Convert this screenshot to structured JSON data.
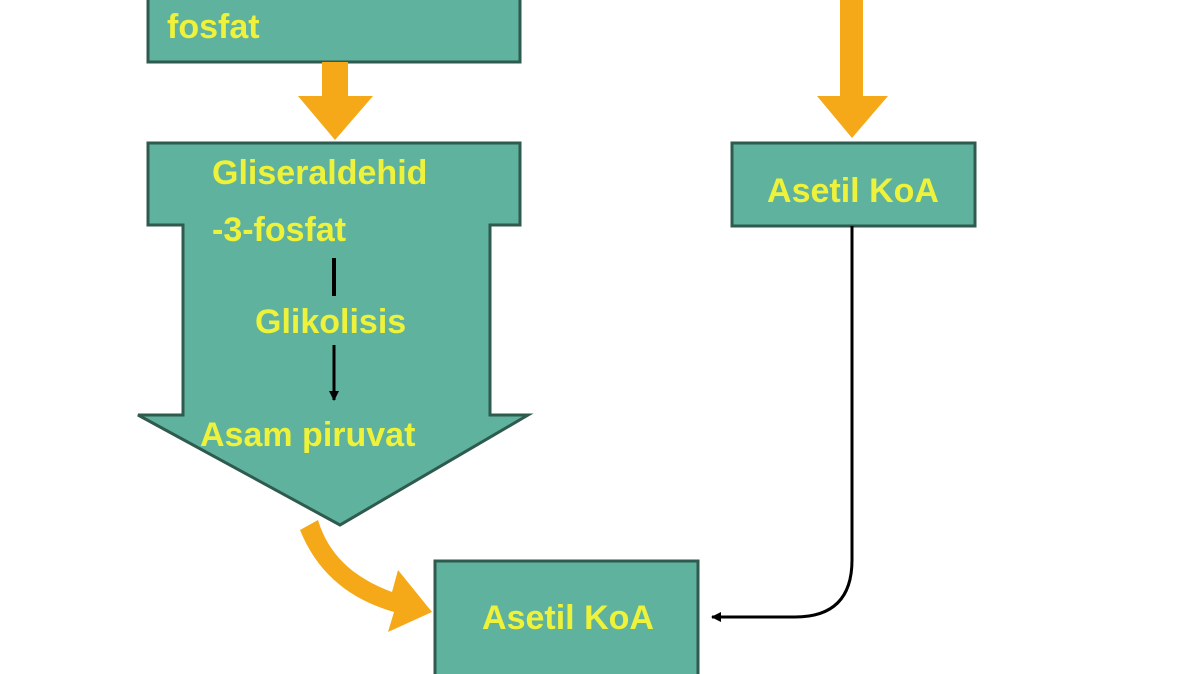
{
  "colors": {
    "box_fill": "#5fb39e",
    "box_border": "#2f5a4e",
    "text": "#eef23a",
    "flow_arrow": "#f5a918",
    "connector": "#000000"
  },
  "nodes": {
    "top_box": "fosfat",
    "glycolysis_g3p_line1": "Gliseraldehid",
    "glycolysis_g3p_line2": "-3-fosfat",
    "glycolysis_process": "Glikolisis",
    "glycolysis_product": "Asam piruvat",
    "right_box": "Asetil KoA",
    "bottom_box": "Asetil KoA"
  }
}
